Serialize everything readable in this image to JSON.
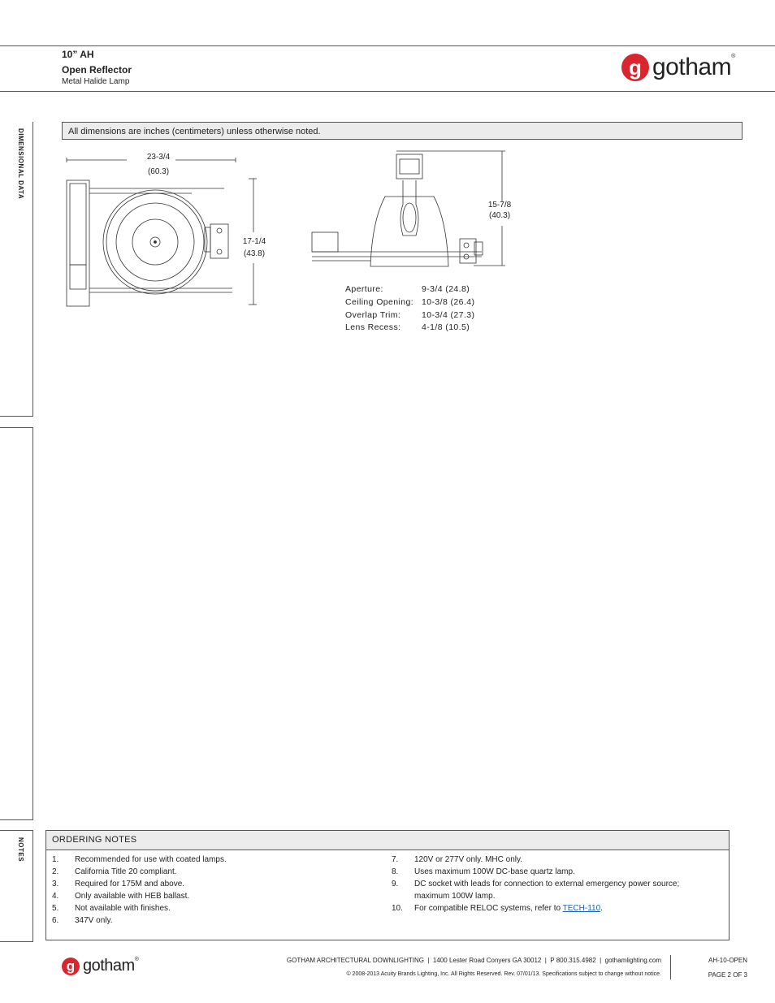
{
  "header": {
    "product": "10” AH",
    "reflector": "Open Reflector",
    "lamp": "Metal Halide Lamp",
    "logo_letter": "g",
    "logo_text": "gotham",
    "logo_reg": "®"
  },
  "sections": {
    "dimensional": "DIMENSIONAL DATA",
    "notes": "NOTES"
  },
  "dimension_note": "All dimensions are inches (centimeters) unless otherwise noted.",
  "drawing": {
    "width_in": "23-3/4",
    "width_cm": "(60.3)",
    "depth_in": "17-1/4",
    "depth_cm": "(43.8)",
    "height_in": "15-7/8",
    "height_cm": "(40.3)"
  },
  "specs": [
    {
      "label": "Aperture:",
      "value": "9-3/4 (24.8)"
    },
    {
      "label": "Ceiling Opening:",
      "value": "10-3/8 (26.4)"
    },
    {
      "label": "Overlap Trim:",
      "value": "10-3/4 (27.3)"
    },
    {
      "label": "Lens Recess:",
      "value": "4-1/8 (10.5)"
    }
  ],
  "ordering_notes": {
    "title": "ORDERING NOTES",
    "left": [
      {
        "n": "1.",
        "text": "Recommended for use with coated lamps."
      },
      {
        "n": "2.",
        "text": "California Title 20 compliant."
      },
      {
        "n": "3.",
        "text": "Required for 175M and above."
      },
      {
        "n": "4.",
        "text": "Only available with HEB ballast."
      },
      {
        "n": "5.",
        "text": "Not available with finishes."
      },
      {
        "n": "6.",
        "text": "347V only."
      }
    ],
    "right": [
      {
        "n": "7.",
        "text": "120V or 277V only. MHC only."
      },
      {
        "n": "8.",
        "text": "Uses maximum 100W DC-base quartz lamp."
      },
      {
        "n": "9.",
        "text": "DC socket with leads for connection to external emergency power source; maximum 100W lamp."
      }
    ],
    "note10": {
      "n": "10.",
      "prefix": "For compatible RELOC systems, refer to ",
      "link": "TECH-110",
      "suffix": "."
    }
  },
  "footer": {
    "company_line": "GOTHAM ARCHITECTURAL DOWNLIGHTING  |  1400 Lester Road Conyers GA 30012  |  P 800.315.4982  |  gothamlighting.com",
    "copyright": "© 2008-2013 Acuity Brands Lighting, Inc. All Rights Reserved. Rev. 07/01/13. Specifications subject to change without notice.",
    "code": "AH-10-OPEN",
    "page": "PAGE 2 OF 3"
  }
}
